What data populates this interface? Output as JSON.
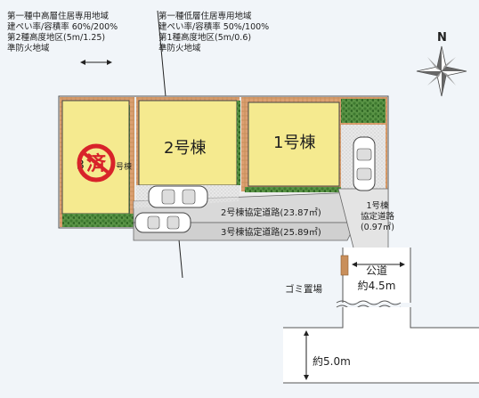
{
  "zoning": {
    "left": {
      "lines": [
        "第一種中高層住居専用地域",
        "建ぺい率/容積率 60%/200%",
        "第2種高度地区(5m/1.25)",
        "準防火地域"
      ]
    },
    "right": {
      "lines": [
        "第一種低層住居専用地域",
        "建ぺい率/容積率 50%/100%",
        "第1種高度地区(5m/0.6)",
        "準防火地域"
      ]
    }
  },
  "compass": {
    "label": "N",
    "icon": "compass-rose-icon"
  },
  "lots": {
    "lot3": {
      "prefix": "3",
      "sold_label": "済",
      "suffix": "号棟"
    },
    "lot2": {
      "label": "2号棟"
    },
    "lot1": {
      "label": "1号棟"
    }
  },
  "roads": {
    "road2": "2号棟協定道路(23.87㎡)",
    "road3": "3号棟協定道路(25.89㎡)",
    "road1": {
      "lines": [
        "1号棟",
        "協定道路",
        "(0.97㎡)"
      ]
    },
    "public_road": {
      "line1": "公道",
      "line2": "約4.5m"
    },
    "lower_road_width": "約5.0m"
  },
  "garbage_area": "ゴミ置場",
  "colors": {
    "lot_fill": "#f5ea8f",
    "stamp_red": "#d8232a",
    "road_fill": "#dcdcdc",
    "tile": "#c98f5b",
    "hedge": "#4e8a3c",
    "background": "#f1f5f9"
  }
}
